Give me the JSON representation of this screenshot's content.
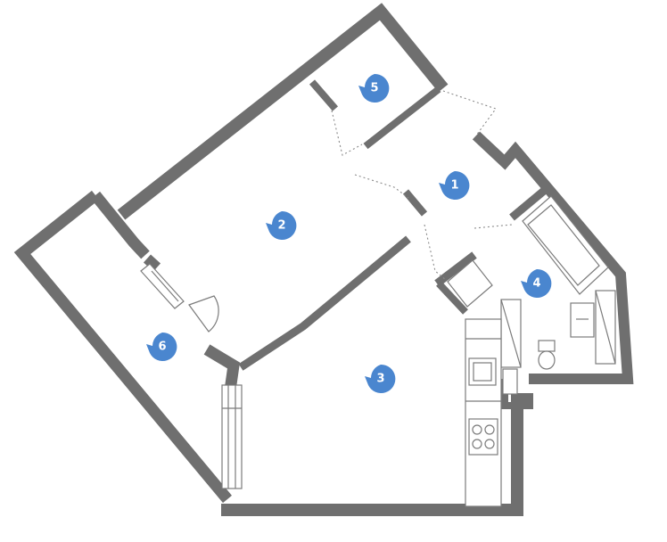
{
  "room_markers": [
    {
      "id": "1",
      "label": "1"
    },
    {
      "id": "2",
      "label": "2"
    },
    {
      "id": "3",
      "label": "3"
    },
    {
      "id": "4",
      "label": "4"
    },
    {
      "id": "5",
      "label": "5"
    },
    {
      "id": "6",
      "label": "6"
    }
  ],
  "colors": {
    "wall": "#6f6f6f",
    "marker": "#4a86cf",
    "marker_text": "#ffffff",
    "background": "#ffffff"
  }
}
